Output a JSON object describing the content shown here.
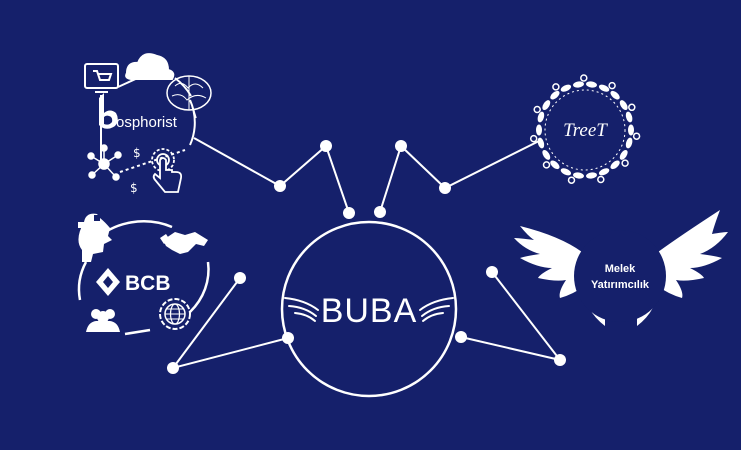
{
  "colors": {
    "background": "#15206b",
    "foreground": "#ffffff"
  },
  "center": {
    "label": "BUBA"
  },
  "nodes": {
    "bosphorist": {
      "label": "osphorist"
    },
    "treet": {
      "label": "TreeT"
    },
    "bcb": {
      "label": "BCB"
    },
    "melek": {
      "line1": "Melek",
      "line2": "Yatırımcılık"
    }
  },
  "icons": [
    "monitor-cart-icon",
    "cloud-icon",
    "brain-icon",
    "network-icon",
    "touch-hand-icon",
    "dollar-icon",
    "puzzle-head-icon",
    "handshake-icon",
    "people-icon",
    "globe-gear-icon",
    "wings-icon",
    "floral-wreath-icon"
  ]
}
